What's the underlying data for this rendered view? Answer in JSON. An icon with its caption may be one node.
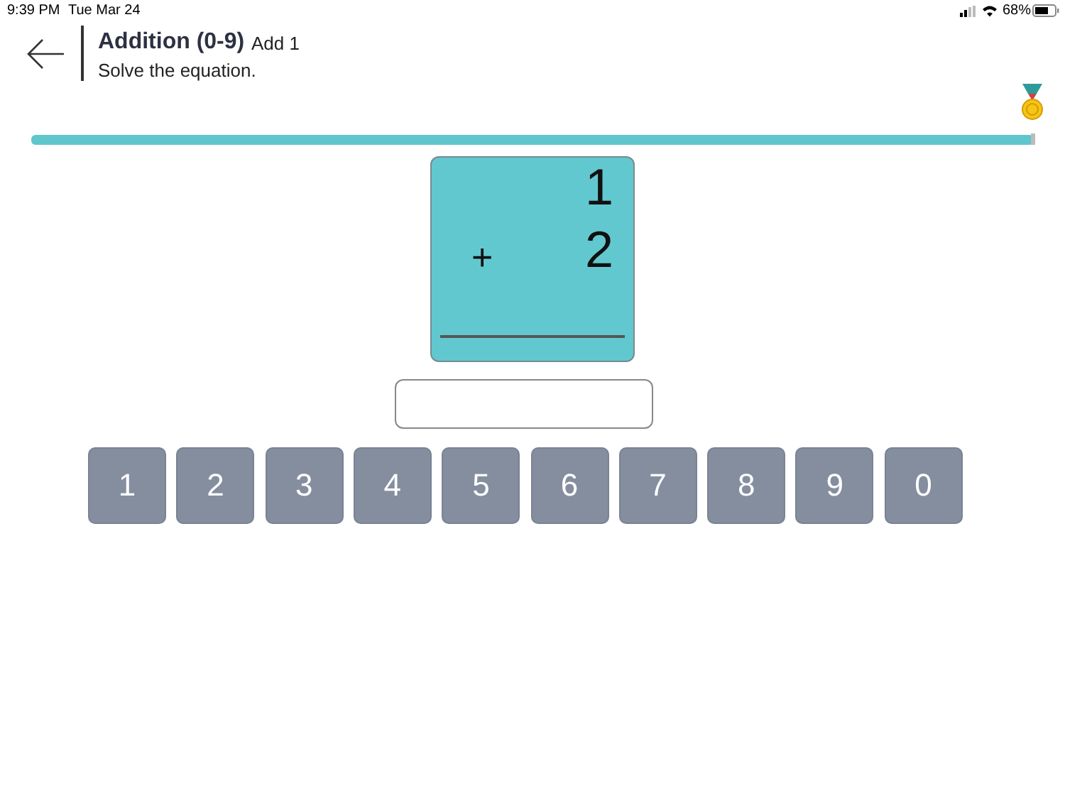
{
  "diagram": {
    "title": "Addition (0-9)",
    "nodes": [
      {
        "text": [
          "1",
          "+",
          "2"
        ]
      },
      {
        "text": [],
        "shape": "box"
      },
      {
        "text": [
          "1"
        ]
      },
      {
        "text": [
          "2"
        ]
      },
      {
        "text": [
          "3"
        ]
      },
      {
        "text": [
          "4"
        ]
      },
      {
        "text": [
          "5"
        ]
      },
      {
        "text": [
          "6"
        ]
      },
      {
        "text": [
          "7"
        ]
      },
      {
        "text": [
          "8"
        ]
      },
      {
        "text": [
          "9"
        ]
      },
      {
        "text": [
          "0"
        ]
      }
    ],
    "labels": [
      "9:39 PM",
      "Tue Mar 24",
      "68%",
      "Add 1",
      "Solve the equation."
    ]
  }
}
